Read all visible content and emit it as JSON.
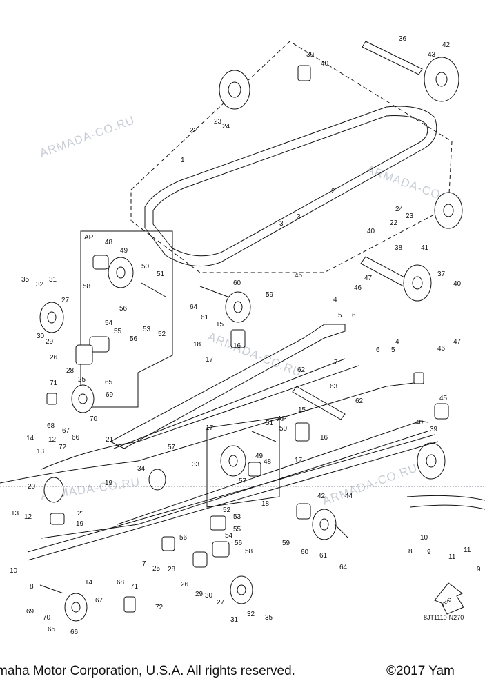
{
  "watermark": "ARMADA-CO.RU",
  "footer": {
    "left": "maha Motor Corporation, U.S.A. All rights reserved.",
    "right": "©2017 Yam"
  },
  "drawing_code": "8JT1110-N270",
  "fwd_label": "FWD",
  "ap_label": "AP",
  "callouts": [
    "1",
    "2",
    "3",
    "3",
    "4",
    "4",
    "5",
    "5",
    "6",
    "6",
    "7",
    "7",
    "8",
    "8",
    "9",
    "9",
    "10",
    "10",
    "11",
    "11",
    "12",
    "12",
    "13",
    "13",
    "14",
    "14",
    "15",
    "15",
    "16",
    "16",
    "17",
    "17",
    "17",
    "18",
    "18",
    "19",
    "19",
    "20",
    "21",
    "21",
    "22",
    "22",
    "23",
    "23",
    "24",
    "24",
    "25",
    "25",
    "26",
    "26",
    "27",
    "27",
    "28",
    "28",
    "29",
    "29",
    "30",
    "30",
    "31",
    "31",
    "32",
    "32",
    "33",
    "34",
    "35",
    "35",
    "36",
    "37",
    "38",
    "39",
    "39",
    "40",
    "40",
    "40",
    "40",
    "41",
    "42",
    "42",
    "43",
    "44",
    "45",
    "45",
    "46",
    "46",
    "47",
    "47",
    "48",
    "48",
    "49",
    "49",
    "50",
    "50",
    "51",
    "51",
    "52",
    "52",
    "53",
    "53",
    "54",
    "54",
    "55",
    "55",
    "56",
    "56",
    "56",
    "56",
    "57",
    "57",
    "58",
    "58",
    "59",
    "59",
    "60",
    "60",
    "61",
    "61",
    "62",
    "62",
    "63",
    "64",
    "64",
    "65",
    "65",
    "66",
    "66",
    "67",
    "67",
    "68",
    "68",
    "69",
    "69",
    "70",
    "70",
    "71",
    "71",
    "72",
    "72"
  ]
}
